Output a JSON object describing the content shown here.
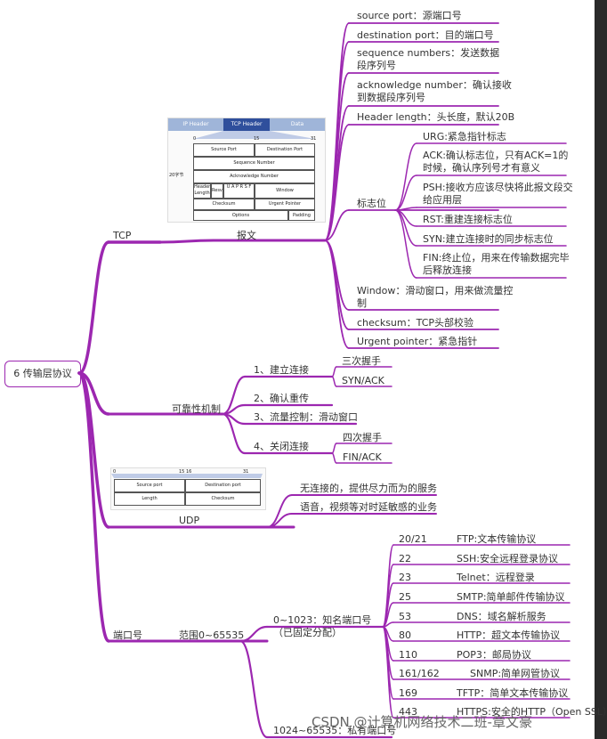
{
  "root": "6 传输层协议",
  "branches": {
    "tcp": "TCP",
    "baowen": "报文",
    "kekao": "可靠性机制",
    "udp": "UDP",
    "port": "端口号",
    "range": "范围0~65535"
  },
  "tcp_fields": [
    "source port：源端口号",
    "destination port：目的端口号",
    "sequence numbers：发送数据段序列号",
    "acknowledge number：确认接收到数据段序列号",
    "Header length：头长度，默认20B",
    "标志位",
    "Window：滑动窗口，用来做流量控制",
    "checksum：TCP头部校验",
    "Urgent pointer：紧急指针"
  ],
  "flags": [
    "URG:紧急指针标志",
    "ACK:确认标志位，只有ACK=1的时候，确认序列号才有意义",
    "PSH:接收方应该尽快将此报文段交给应用层",
    "RST:重建连接标志位",
    "SYN:建立连接时的同步标志位",
    "FIN:终止位，用来在传输数据完毕后释放连接"
  ],
  "reliability": {
    "connect": "1、建立连接",
    "connect_items": [
      "三次握手",
      "SYN/ACK"
    ],
    "retransmit": "2、确认重传",
    "flow": "3、流量控制：滑动窗口",
    "close": "4、关闭连接",
    "close_items": [
      "四次握手",
      "FIN/ACK"
    ]
  },
  "udp_items": [
    "无连接的，提供尽力而为的服务",
    "语音，视频等对时延敏感的业务"
  ],
  "known_ports_label": "0~1023：知名端口号（已固定分配）",
  "known_ports": [
    {
      "port": "20/21",
      "desc": "FTP:文本传输协议"
    },
    {
      "port": "22",
      "desc": "SSH:安全远程登录协议"
    },
    {
      "port": "23",
      "desc": "Telnet：远程登录"
    },
    {
      "port": "25",
      "desc": "SMTP:简单邮件传输协议"
    },
    {
      "port": "53",
      "desc": "DNS：域名解析服务"
    },
    {
      "port": "80",
      "desc": "HTTP：超文本传输协议"
    },
    {
      "port": "110",
      "desc": "POP3：邮局协议"
    },
    {
      "port": "161/162",
      "desc": "SNMP:简单网管协议"
    },
    {
      "port": "169",
      "desc": "TFTP：简单文本传输协议"
    },
    {
      "port": "443",
      "desc": "HTTPS:安全的HTTP（Open SSL）"
    }
  ],
  "private_ports": "1024~65535：私有端口号",
  "tcp_header_figure": {
    "tabs": [
      "IP Header",
      "TCP Header",
      "Data"
    ],
    "bits": [
      "0",
      "15",
      "31"
    ],
    "size_note": "20字节",
    "cells": [
      "Source Port",
      "Destination Port",
      "Sequence Number",
      "Acknowledge Number",
      "Header Length",
      "Resv.",
      "U A P R S F",
      "Window",
      "Checksum",
      "Urgent Pointer",
      "Options",
      "Padding"
    ]
  },
  "udp_header_figure": {
    "bits": [
      "0",
      "15 16",
      "31"
    ],
    "cells": [
      "Source port",
      "Destination port",
      "Length",
      "Checksum"
    ]
  },
  "watermark": "CSDN @计算机网络技术二班-章文豪",
  "colors": {
    "branch": "#9c27b0",
    "background": "#ffffff"
  }
}
